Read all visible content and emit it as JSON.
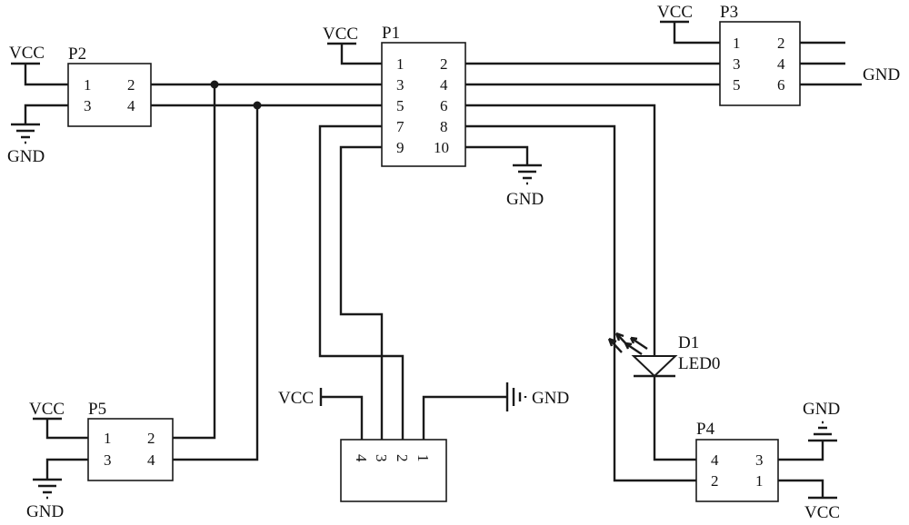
{
  "labels": {
    "vcc": "VCC",
    "gnd": "GND"
  },
  "p1": {
    "ref": "P1",
    "pins": [
      "1",
      "2",
      "3",
      "4",
      "5",
      "6",
      "7",
      "8",
      "9",
      "10"
    ]
  },
  "p2": {
    "ref": "P2",
    "pins": [
      "1",
      "2",
      "3",
      "4"
    ]
  },
  "p3": {
    "ref": "P3",
    "pins": [
      "1",
      "2",
      "3",
      "4",
      "5",
      "6"
    ]
  },
  "p4": {
    "ref": "P4",
    "pins": [
      "4",
      "3",
      "2",
      "1"
    ]
  },
  "p5": {
    "ref": "P5",
    "pins": [
      "1",
      "2",
      "3",
      "4"
    ]
  },
  "j_bottom": {
    "pins": [
      "4",
      "3",
      "2",
      "1"
    ]
  },
  "d1": {
    "ref": "D1",
    "value": "LED0"
  }
}
